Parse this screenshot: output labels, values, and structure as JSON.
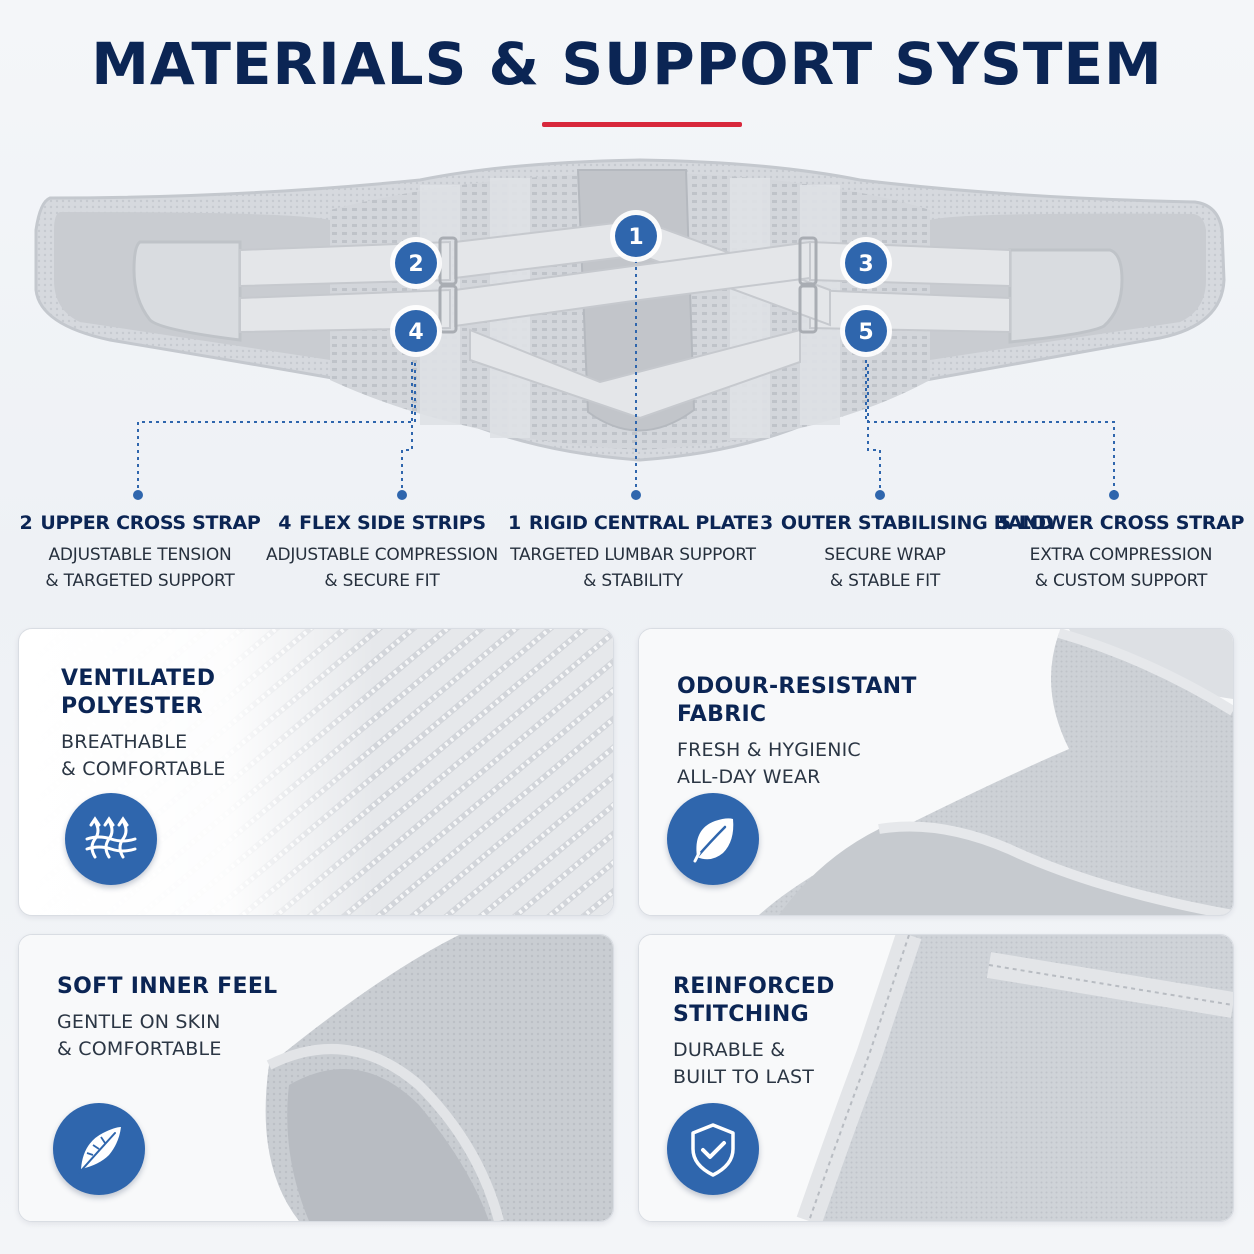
{
  "header": {
    "title": "MATERIALS & SUPPORT SYSTEM"
  },
  "colors": {
    "navy": "#0b2554",
    "accent_red": "#d8283c",
    "badge_blue": "#2f66ad",
    "fabric_grey": "#cfd3d9"
  },
  "belt": {
    "markers": [
      "1",
      "2",
      "3",
      "4",
      "5"
    ]
  },
  "features": [
    {
      "num": "2",
      "title": "UPPER CROSS STRAP",
      "line1": "ADJUSTABLE TENSION",
      "line2": "& TARGETED SUPPORT"
    },
    {
      "num": "4",
      "title": "FLEX SIDE STRIPS",
      "line1": "ADJUSTABLE COMPRESSION",
      "line2": "& SECURE FIT"
    },
    {
      "num": "1",
      "title": "RIGID CENTRAL PLATE",
      "line1": "TARGETED LUMBAR SUPPORT",
      "line2": "& STABILITY"
    },
    {
      "num": "3",
      "title": "OUTER STABILISING BAND",
      "line1": "SECURE WRAP",
      "line2": "& STABLE FIT"
    },
    {
      "num": "5",
      "title": "LOWER CROSS STRAP",
      "line1": "EXTRA COMPRESSION",
      "line2": "& CUSTOM SUPPORT"
    }
  ],
  "cards": [
    {
      "title1": "VENTILATED",
      "title2": "POLYESTER",
      "sub1": "BREATHABLE",
      "sub2": "& COMFORTABLE",
      "icon": "airflow-icon"
    },
    {
      "title1": "ODOUR-RESISTANT",
      "title2": "FABRIC",
      "sub1": "FRESH & HYGIENIC",
      "sub2": "ALL-DAY WEAR",
      "icon": "leaf-icon"
    },
    {
      "title1": "SOFT INNER FEEL",
      "title2": "",
      "sub1": "GENTLE ON SKIN",
      "sub2": "& COMFORTABLE",
      "icon": "feather-icon"
    },
    {
      "title1": "REINFORCED",
      "title2": "STITCHING",
      "sub1": "DURABLE &",
      "sub2": "BUILT TO LAST",
      "icon": "shield-check-icon"
    }
  ]
}
